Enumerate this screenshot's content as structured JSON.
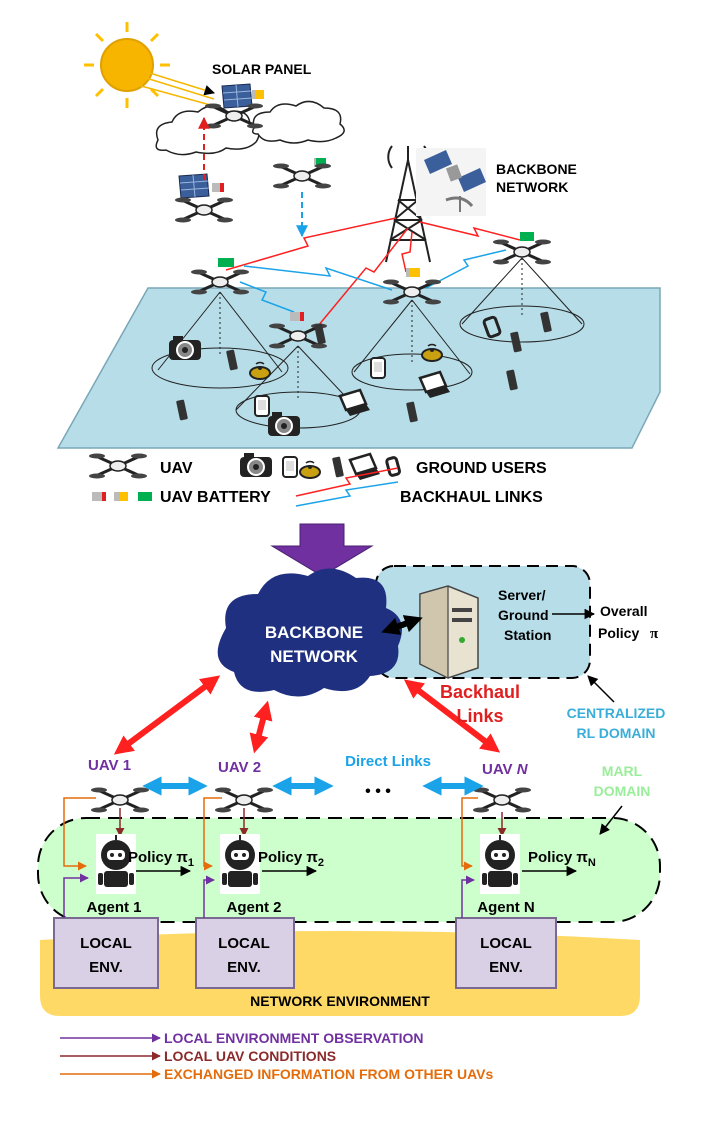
{
  "top": {
    "solar_panel_label": "SOLAR PANEL",
    "backbone_label_line1": "BACKBONE",
    "backbone_label_line2": "NETWORK"
  },
  "legend_top": {
    "uav_label": "UAV",
    "ground_users_label": "GROUND USERS",
    "uav_battery_label": "UAV BATTERY",
    "backhaul_links_label": "BACKHAUL LINKS"
  },
  "bottom": {
    "cloud_line1": "BACKBONE",
    "cloud_line2": "NETWORK",
    "server_line1": "Server/",
    "server_line2": "Ground",
    "server_line3": "Station",
    "overall_policy_line1": "Overall",
    "overall_policy_line2": "Policy",
    "overall_policy_symbol": "π",
    "backhaul_line1": "Backhaul",
    "backhaul_line2": "Links",
    "centralized_line1": "CENTRALIZED",
    "centralized_line2": "RL DOMAIN",
    "marl_line1": "MARL",
    "marl_line2": "DOMAIN",
    "direct_links": "Direct Links",
    "uav1": "UAV 1",
    "uav2": "UAV 2",
    "uavN_prefix": "UAV ",
    "uavN_suffix": "N",
    "ellipsis": "• • •",
    "agents": [
      {
        "label": "Agent 1",
        "policy": "Policy π",
        "sub": "1"
      },
      {
        "label": "Agent 2",
        "policy": "Policy π",
        "sub": "2"
      },
      {
        "label": "Agent N",
        "policy": "Policy π",
        "sub": "N"
      }
    ],
    "local_env_line1": "LOCAL",
    "local_env_line2": "ENV.",
    "network_environment": "NETWORK ENVIRONMENT"
  },
  "legend_bottom": [
    {
      "label": "LOCAL ENVIRONMENT OBSERVATION",
      "color": "#7030a0"
    },
    {
      "label": "LOCAL UAV CONDITIONS",
      "color": "#8b2a2a"
    },
    {
      "label": "EXCHANGED INFORMATION FROM OTHER UAVs",
      "color": "#e46c0a"
    }
  ],
  "colors": {
    "ground_plane": "#b7dde8",
    "backbone_cloud": "#1f3080",
    "server_box": "#b7dde8",
    "marl_band": "#ccffcc",
    "network_env": "#ffd966",
    "local_env": "#d9d0e6",
    "backhaul_red": "#ff2020",
    "direct_blue": "#1aa3e8",
    "battery_red": "#e02020",
    "battery_yellow": "#ffc000",
    "battery_green": "#00b050",
    "purple_text": "#7030a0",
    "cyan_text": "#3aaed8",
    "green_text": "#99ee99",
    "red_text": "#e02020",
    "arrow_down_purple": "#7030a0"
  },
  "icons": [
    "sun-icon",
    "solar-panel-icon",
    "cloud-icon",
    "drone-icon",
    "tower-icon",
    "satellite-icon",
    "camera-icon",
    "smartwatch-icon",
    "phone-icon",
    "laptop-icon",
    "robot-agent-icon",
    "server-icon",
    "battery-icon"
  ]
}
